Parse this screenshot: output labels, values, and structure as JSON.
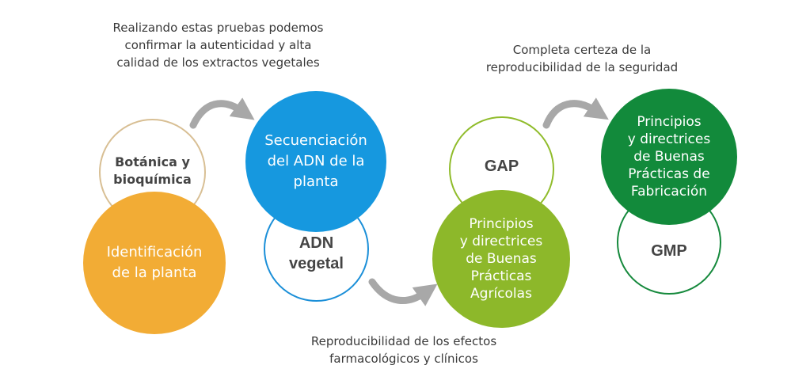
{
  "captions": {
    "top_left": "Realizando estas pruebas podemos\nconfirmar la autenticidad y alta\ncalidad de los extractos vegetales",
    "top_right": "Completa certeza de la\nreproducibilidad de la seguridad",
    "bottom_center": "Reproducibilidad de los efectos\nfarmacológicos y clínicos"
  },
  "stages": [
    {
      "outline_label": "Botánica y\nbioquímica",
      "filled_label": "Identificación\nde la planta",
      "outline_color": "#d8bf94",
      "fill_color": "#f2ac35"
    },
    {
      "outline_label": "ADN\nvegetal",
      "filled_label": "Secuenciación\ndel ADN de la\nplanta",
      "outline_color": "#1b8fd8",
      "fill_color": "#1698df"
    },
    {
      "outline_label": "GAP",
      "filled_label": "Principios\ny directrices\nde Buenas\nPrácticas\nAgrícolas",
      "outline_color": "#90bc2b",
      "fill_color": "#8db82a"
    },
    {
      "outline_label": "GMP",
      "filled_label": "Principios\ny directrices\nde Buenas\nPrácticas de\nFabricación",
      "outline_color": "#15893c",
      "fill_color": "#128a3b"
    }
  ],
  "arrow_color": "#a8a8a8"
}
